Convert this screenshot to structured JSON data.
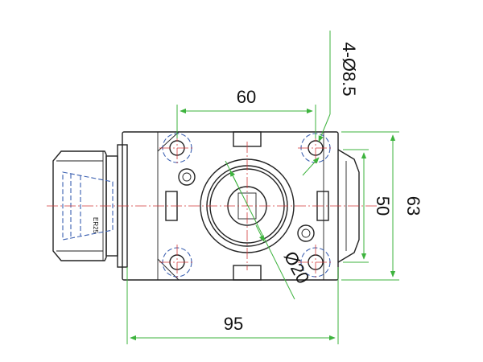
{
  "dimensions": {
    "width_label": "60",
    "length_label": "95",
    "height_inner_label": "50",
    "height_outer_label": "63",
    "bore_label": "Ø20",
    "holes_label": "4-Ø8.5"
  },
  "collet_label": "ER25",
  "colors": {
    "outline": "#222222",
    "hidden_lines": "#3a5fb0",
    "center_lines": "#d23a3a",
    "dimension_lines": "#3db33d"
  }
}
